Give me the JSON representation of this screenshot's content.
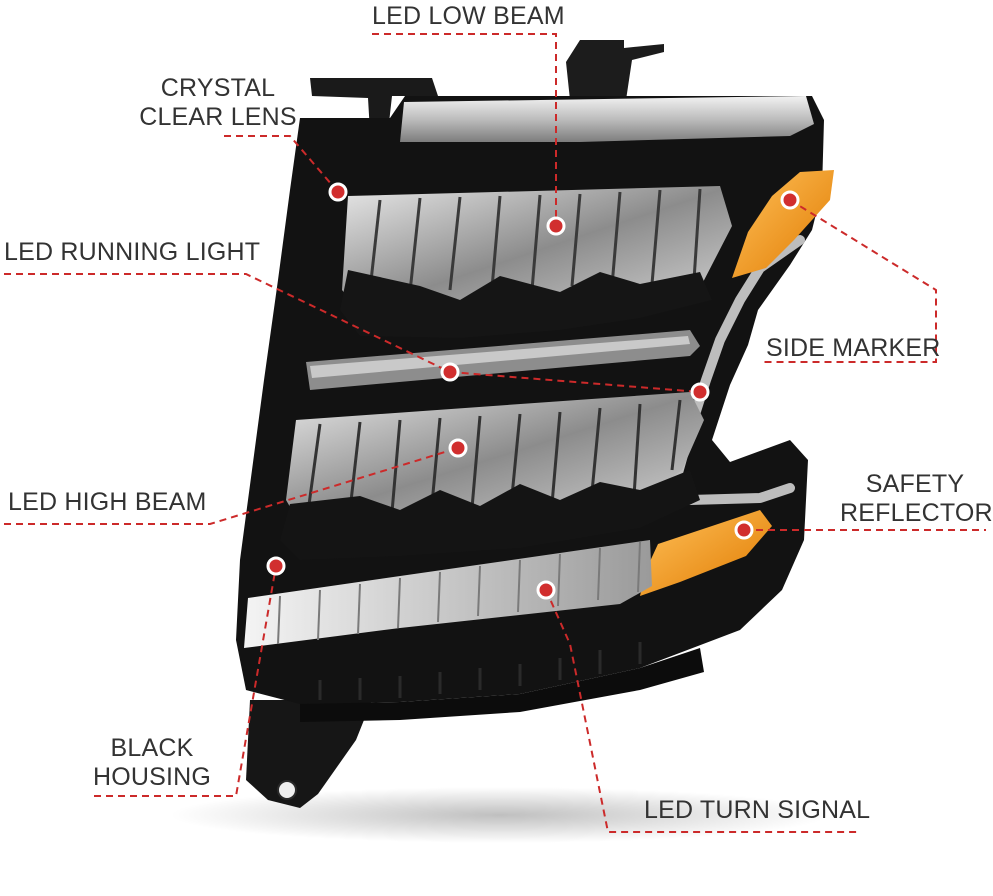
{
  "labels": {
    "low_beam": "LED LOW BEAM",
    "crystal_lens_line1": "CRYSTAL",
    "crystal_lens_line2": "CLEAR LENS",
    "running_light": "LED RUNNING LIGHT",
    "side_marker": "SIDE MARKER",
    "high_beam": "LED HIGH BEAM",
    "safety_reflector_line1": "SAFETY",
    "safety_reflector_line2": "REFLECTOR",
    "black_housing_line1": "BLACK",
    "black_housing_line2": "HOUSING",
    "turn_signal": "LED TURN SIGNAL"
  },
  "colors": {
    "callout": "#cc2a2a",
    "housing": "#141414",
    "amber": "#f0900f",
    "chrome": "#c9c9c9",
    "label_text": "#333333"
  }
}
